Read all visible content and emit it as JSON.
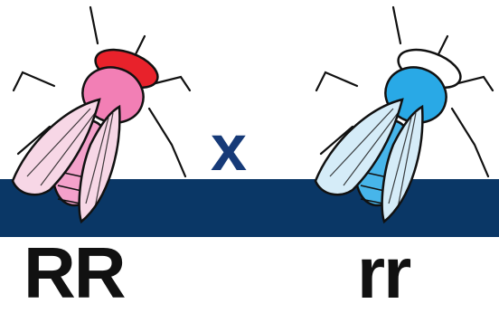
{
  "cross_symbol": "x",
  "parents": [
    {
      "genotype": "RR",
      "icon": "fly-red-eye-icon",
      "colors": {
        "eye": "#e8222b",
        "body": "#f27fb5",
        "abdomen": "#f4a1cb",
        "wing": "#f7d7e6"
      }
    },
    {
      "genotype": "rr",
      "icon": "fly-white-eye-icon",
      "colors": {
        "eye": "#ffffff",
        "body": "#29a9e6",
        "abdomen": "#47b5ea",
        "wing": "#d5ecf8"
      }
    }
  ],
  "colors": {
    "band": "#0a3766",
    "cross": "#163a78",
    "text": "#111111"
  }
}
